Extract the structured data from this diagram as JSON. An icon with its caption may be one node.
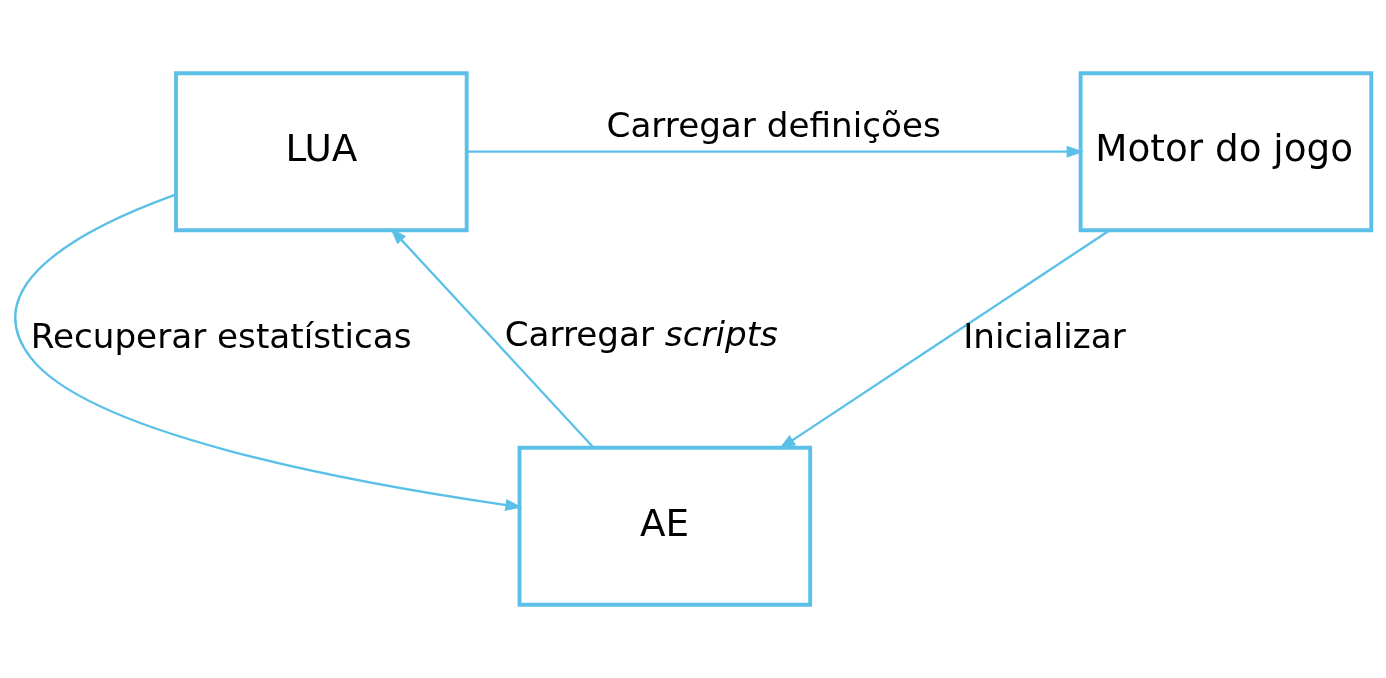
{
  "diagram": {
    "nodes": [
      {
        "text": [
          "Motor do jogo"
        ]
      },
      {
        "text": [
          "LUA"
        ]
      },
      {
        "text": [
          "AE"
        ]
      }
    ],
    "edges": [
      {
        "from": 1,
        "to": 0,
        "arrow": "to",
        "label": "Carregar definições"
      },
      {
        "from": 0,
        "to": 2,
        "arrow": "to",
        "label": "Inicializar"
      },
      {
        "from": 2,
        "to": 1,
        "arrow": "to",
        "label": "Carregar *scripts*"
      },
      {
        "from": 1,
        "to": 2,
        "arrow": "to",
        "label": "Recuperar estatísticas"
      }
    ]
  }
}
